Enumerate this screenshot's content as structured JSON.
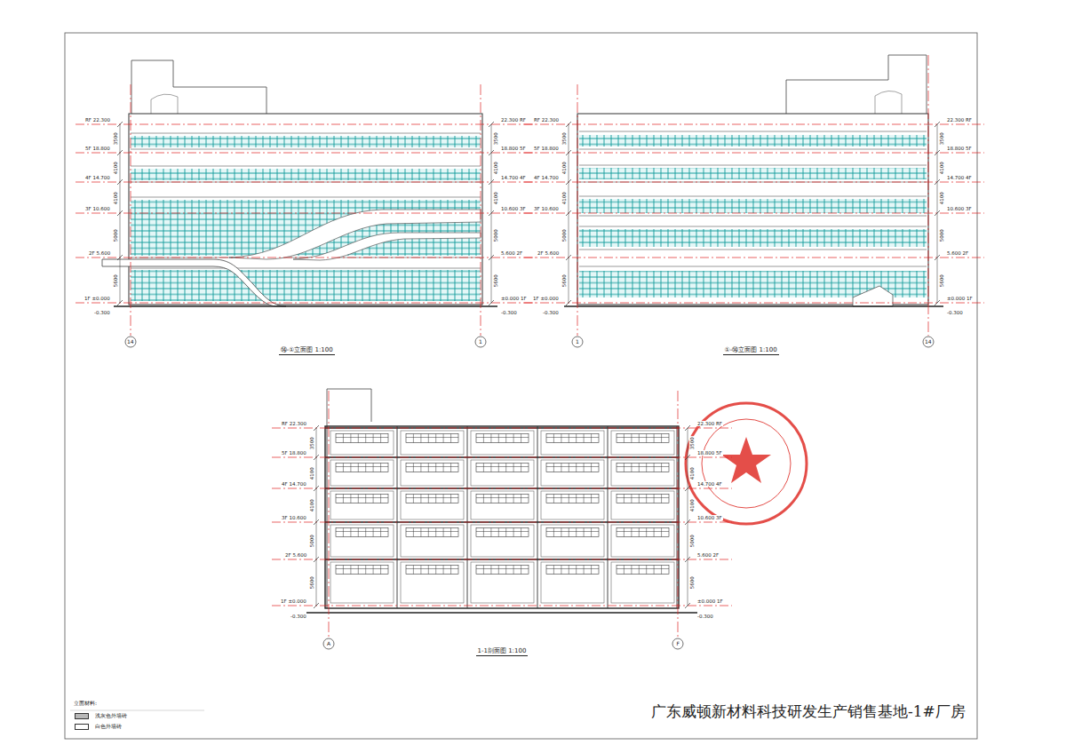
{
  "diagram": {
    "title": "广东威顿新材料科技研发生产销售基地-1#厂房",
    "labels": [
      "1F ±0.000",
      "2F 5.600",
      "3F 10.600",
      "4F 14.700",
      "5F 18.800",
      "RF 22.300",
      "-0.300",
      "±0.000 1F",
      "5.600 2F",
      "10.600 3F",
      "14.700 4F",
      "18.800 5F",
      "22.300 RF",
      "-0.300",
      "5600",
      "5000",
      "4100",
      "4100",
      "3500",
      "5600",
      "5000",
      "4100",
      "4100",
      "3500",
      "1F ±0.000",
      "2F 5.600",
      "3F 10.600",
      "4F 14.700",
      "5F 18.800",
      "RF 22.300",
      "-0.300",
      "±0.000 1F",
      "5.600 2F",
      "10.600 3F",
      "14.700 4F",
      "18.800 5F",
      "22.300 RF",
      "-0.300",
      "5600",
      "5000",
      "4100",
      "4100",
      "3500",
      "5600",
      "5000",
      "4100",
      "4100",
      "3500",
      "1F ±0.000",
      "2F 5.600",
      "3F 10.600",
      "4F 14.700",
      "5F 18.800",
      "RF 22.300",
      "-0.300",
      "±0.000 1F",
      "5.600 2F",
      "10.600 3F",
      "14.700 4F",
      "18.800 5F",
      "22.300 RF",
      "-0.300",
      "5600",
      "5000",
      "4100",
      "4100",
      "3500",
      "5600",
      "5000",
      "4100",
      "4100",
      "3500",
      "14",
      "1",
      "1",
      "14",
      "A",
      "F",
      "⑭-①立面图 1:100",
      "①-⑭立面图 1:100",
      "1-1剖面图 1:100",
      "立面材料:"
    ],
    "legend": [
      {
        "text": "浅灰色外墙砖",
        "color": "#b8b8b8"
      },
      {
        "text": "白色外墙砖",
        "color": "#ffffff"
      }
    ]
  }
}
